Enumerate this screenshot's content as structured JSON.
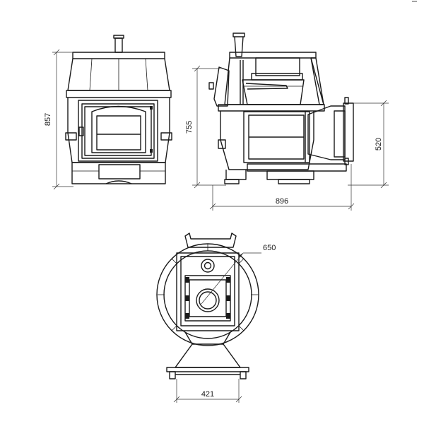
{
  "dimensions": {
    "front_height": "857",
    "side_height": "755",
    "side_width": "896",
    "side_right_height": "520",
    "top_diameter": "650",
    "top_width": "421"
  }
}
